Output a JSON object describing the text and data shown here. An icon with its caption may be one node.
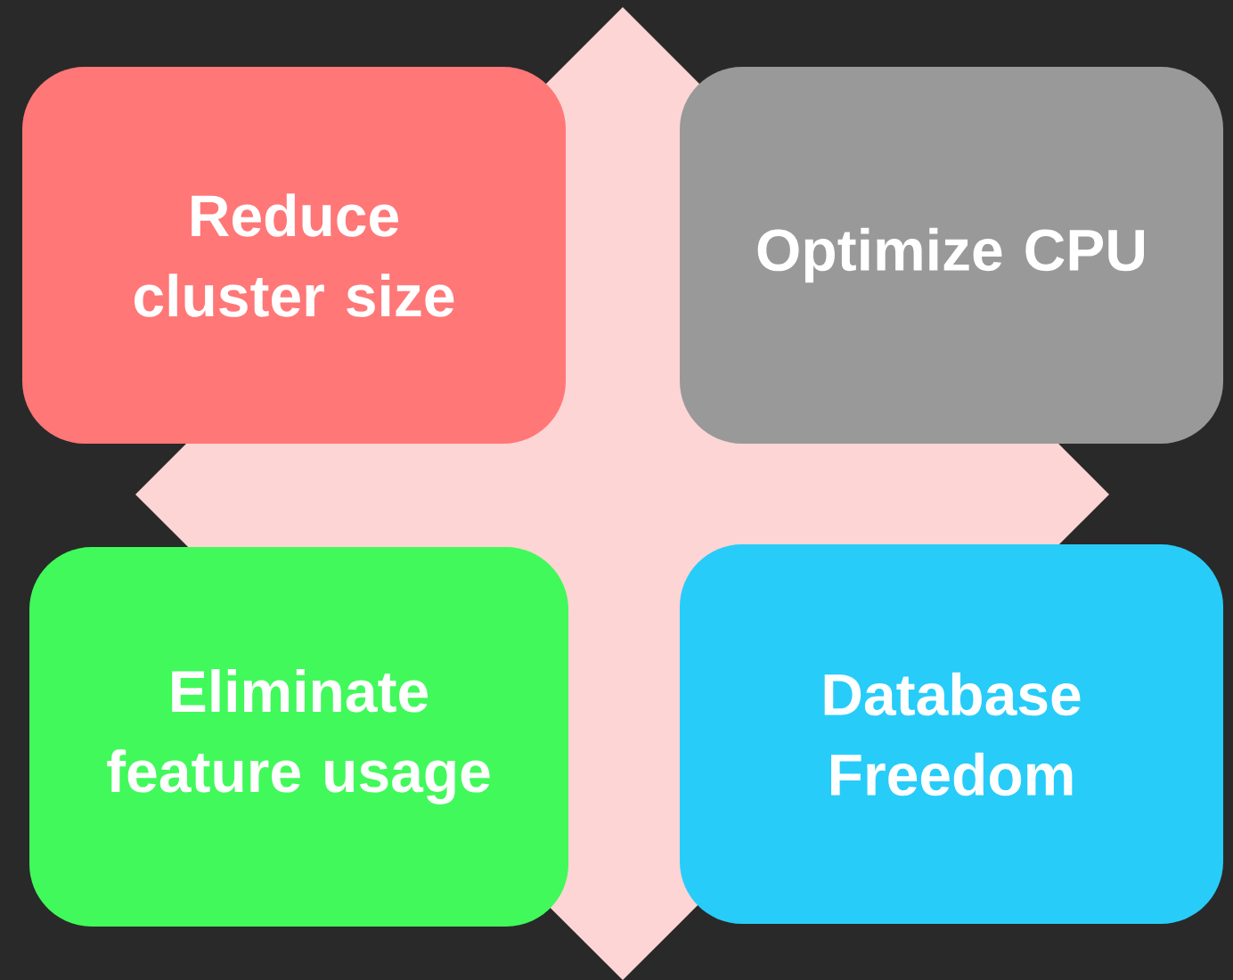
{
  "diagram": {
    "nodes": [
      {
        "text": [
          "Reduce cluster size"
        ]
      },
      {
        "text": [
          "Optimize CPU"
        ]
      },
      {
        "text": [
          "Eliminate feature usage"
        ]
      },
      {
        "text": [
          "Database Freedom"
        ]
      }
    ]
  }
}
